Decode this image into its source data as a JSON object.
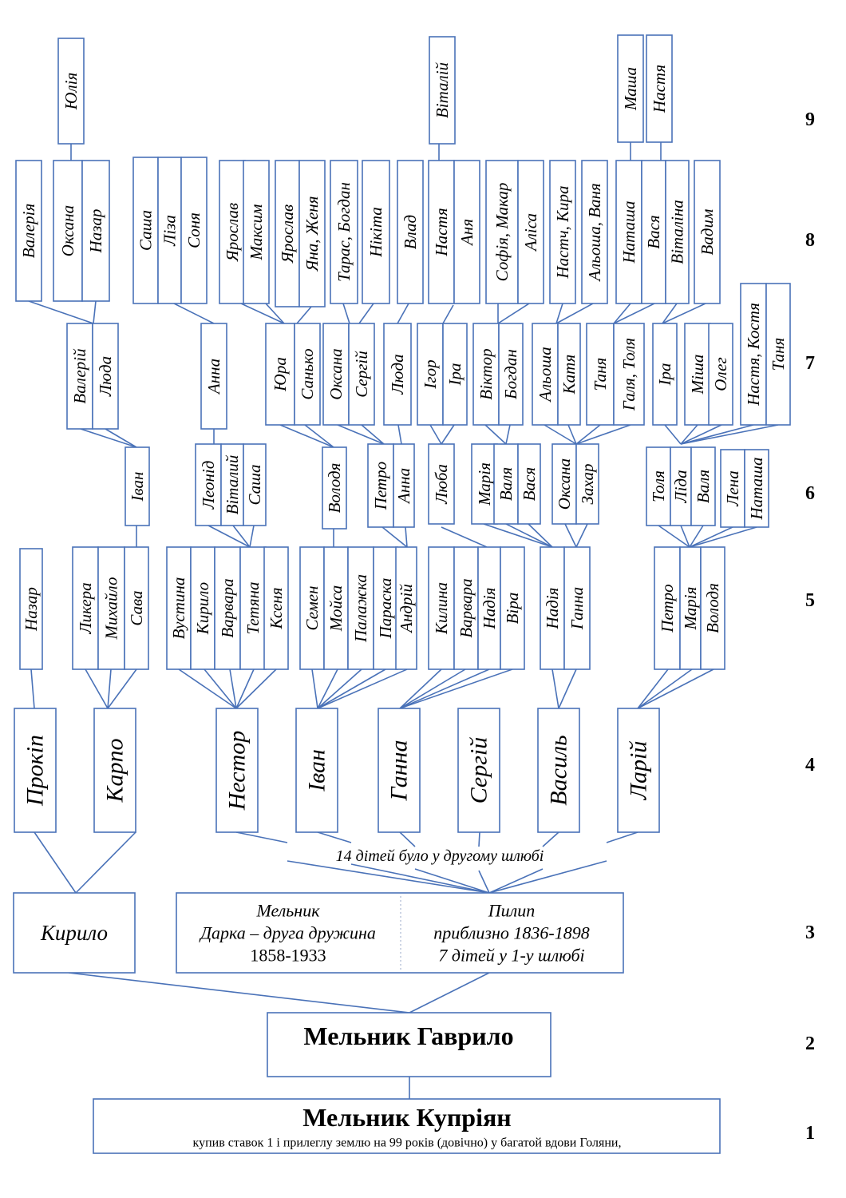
{
  "generations": [
    "1",
    "2",
    "3",
    "4",
    "5",
    "6",
    "7",
    "8",
    "9"
  ],
  "root": {
    "name": "Мельник Купріян",
    "note": "купив ставок 1 і прилеглу землю на 99 років (довічно) у багатой вдови Голяни,"
  },
  "gen2": "Мельник Гаврило",
  "kyrylo": "Кирило",
  "pylyp": {
    "left_lines": [
      "Мельник",
      "Дарка – друга дружина",
      "1858-1933"
    ],
    "right_lines": [
      "Пилип",
      "приблизно 1836-1898",
      "7 дітей у 1-у шлюбі"
    ]
  },
  "second_marriage_note": "14 дітей було у другому шлюбі",
  "gen4": [
    "Прокіп",
    "Карпо",
    "Нестор",
    "Іван",
    "Ганна",
    "Сергій",
    "Василь",
    "Ларій"
  ],
  "gen5": [
    "Назар",
    "Ликера",
    "Михайло",
    "Сава",
    "Вустина",
    "Кирило",
    "Варвара",
    "Тетяна",
    "Ксеня",
    "Семен",
    "Мойса",
    "Палажка",
    "Параска",
    "Андрій",
    "Килина",
    "Варвара",
    "Надія",
    "Віра",
    "Надія",
    "Ганна",
    "Петро",
    "Марія",
    "Володя"
  ],
  "gen6": [
    "Іван",
    "Леонід",
    "Віталий",
    "Саша",
    "Володя",
    "Петро",
    "Анна",
    "Люба",
    "Марія",
    "Валя",
    "Вася",
    "Оксана",
    "Захар",
    "Толя",
    "Ліда",
    "Валя",
    "Лена",
    "Наташа"
  ],
  "gen7": [
    "Валерій",
    "Люда",
    "Анна",
    "Юра",
    "Санько",
    "Оксана",
    "Сергій",
    "Люда",
    "Ігор",
    "Іра",
    "Віктор",
    "Богдан",
    "Альоша",
    "Катя",
    "Таня",
    "Галя, Толя",
    "Іра",
    "Міша",
    "Олег",
    "Настя, Костя",
    "Таня"
  ],
  "gen8": [
    "Валерія",
    "Оксана",
    "Назар",
    "Саша",
    "Ліза",
    "Соня",
    "Ярослав",
    "Максим",
    "Ярослав",
    "Яна, Женя",
    "Тарас, Богдан",
    "Нікіта",
    "Влад",
    "Настя",
    "Аня",
    "Софія, Макар",
    "Аліса",
    "Настч, Кира",
    "Альоша, Ваня",
    "Наташа",
    "Вася",
    "Віталіна",
    "Вадим"
  ],
  "gen9": [
    "Юлія",
    "Віталій",
    "Маша",
    "Настя"
  ]
}
